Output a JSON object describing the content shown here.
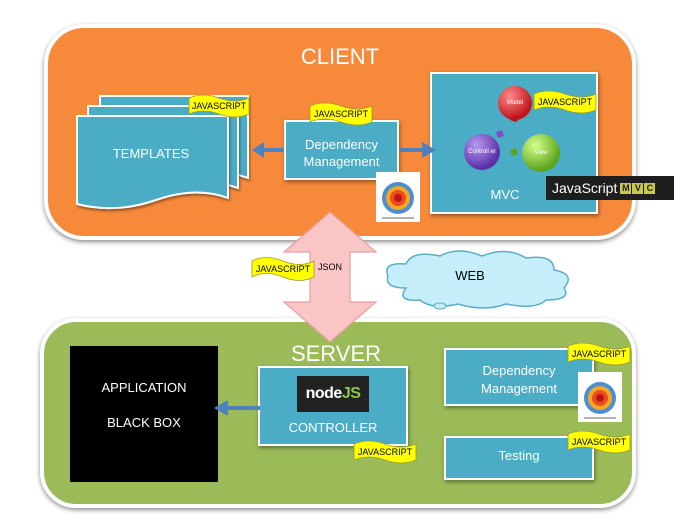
{
  "client": {
    "title": "CLIENT"
  },
  "server": {
    "title": "SERVER"
  },
  "client_nodes": {
    "templates": "TEMPLATES",
    "dependency_line1": "Dependency",
    "dependency_line2": "Management",
    "mvc": "MVC",
    "model": "Model",
    "controller": "Controll er",
    "view": "View"
  },
  "server_nodes": {
    "application": "APPLICATION",
    "black_box": "BLACK BOX",
    "controller": "CONTROLLER",
    "dependency_line1": "Dependency",
    "dependency_line2": "Management",
    "testing": "Testing"
  },
  "labels": {
    "javascript": "JAVASCRIPT",
    "json": "JSON",
    "web": "WEB",
    "js_mvc_word": "JavaScript",
    "js_mvc_letters": [
      "M",
      "V",
      "C"
    ],
    "nodejs_node": "node",
    "nodejs_js": "JS"
  },
  "colors": {
    "client_panel": "#f7893a",
    "server_panel": "#9bbb59",
    "box": "#4bacc6",
    "tag": "#ffff00",
    "arrow": "#4f81bd",
    "json_arrow": "#f9c5c5",
    "cloud": "#c6eefa"
  },
  "icons": [
    "requirejs-logo-icon",
    "requirejs-logo-icon-server",
    "model-ball-icon",
    "view-ball-icon",
    "controller-ball-icon"
  ]
}
